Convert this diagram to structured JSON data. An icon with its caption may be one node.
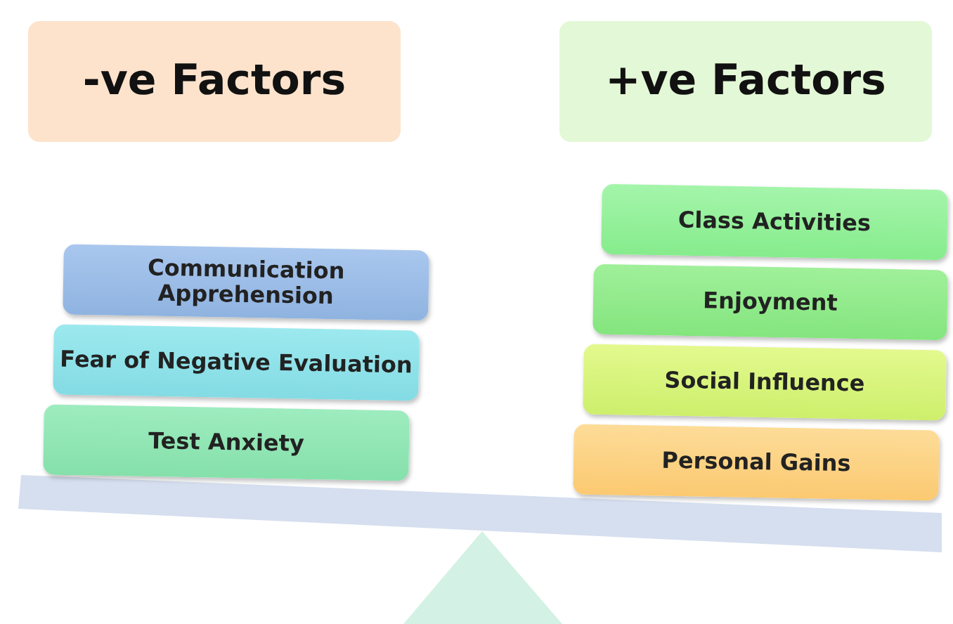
{
  "diagram": {
    "nodes": [
      {
        "text": [
          "-ve Factors"
        ]
      },
      {
        "text": [
          "+ve Factors"
        ]
      },
      {
        "text": [
          "Communication Apprehension"
        ]
      },
      {
        "text": [
          "Fear of Negative Evaluation"
        ]
      },
      {
        "text": [
          "Test Anxiety"
        ]
      },
      {
        "text": [
          "Class Activities"
        ]
      },
      {
        "text": [
          "Enjoyment"
        ]
      },
      {
        "text": [
          "Social Influence"
        ]
      },
      {
        "text": [
          "Personal Gains"
        ]
      }
    ]
  }
}
